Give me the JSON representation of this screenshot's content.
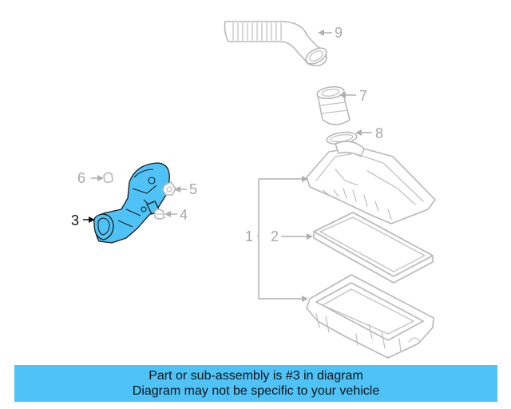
{
  "callouts": {
    "c1": "1",
    "c2": "2",
    "c3": "3",
    "c4": "4",
    "c5": "5",
    "c6": "6",
    "c7": "7",
    "c8": "8",
    "c9": "9"
  },
  "highlighted_part": "3",
  "banner": {
    "line1": "Part or sub-assembly is #3 in diagram",
    "line2": "Diagram may not be specific to your vehicle"
  },
  "colors": {
    "highlight": "#4fc3f7",
    "banner_background": "#4fc3f7",
    "line_art": "#b8b8b8"
  }
}
